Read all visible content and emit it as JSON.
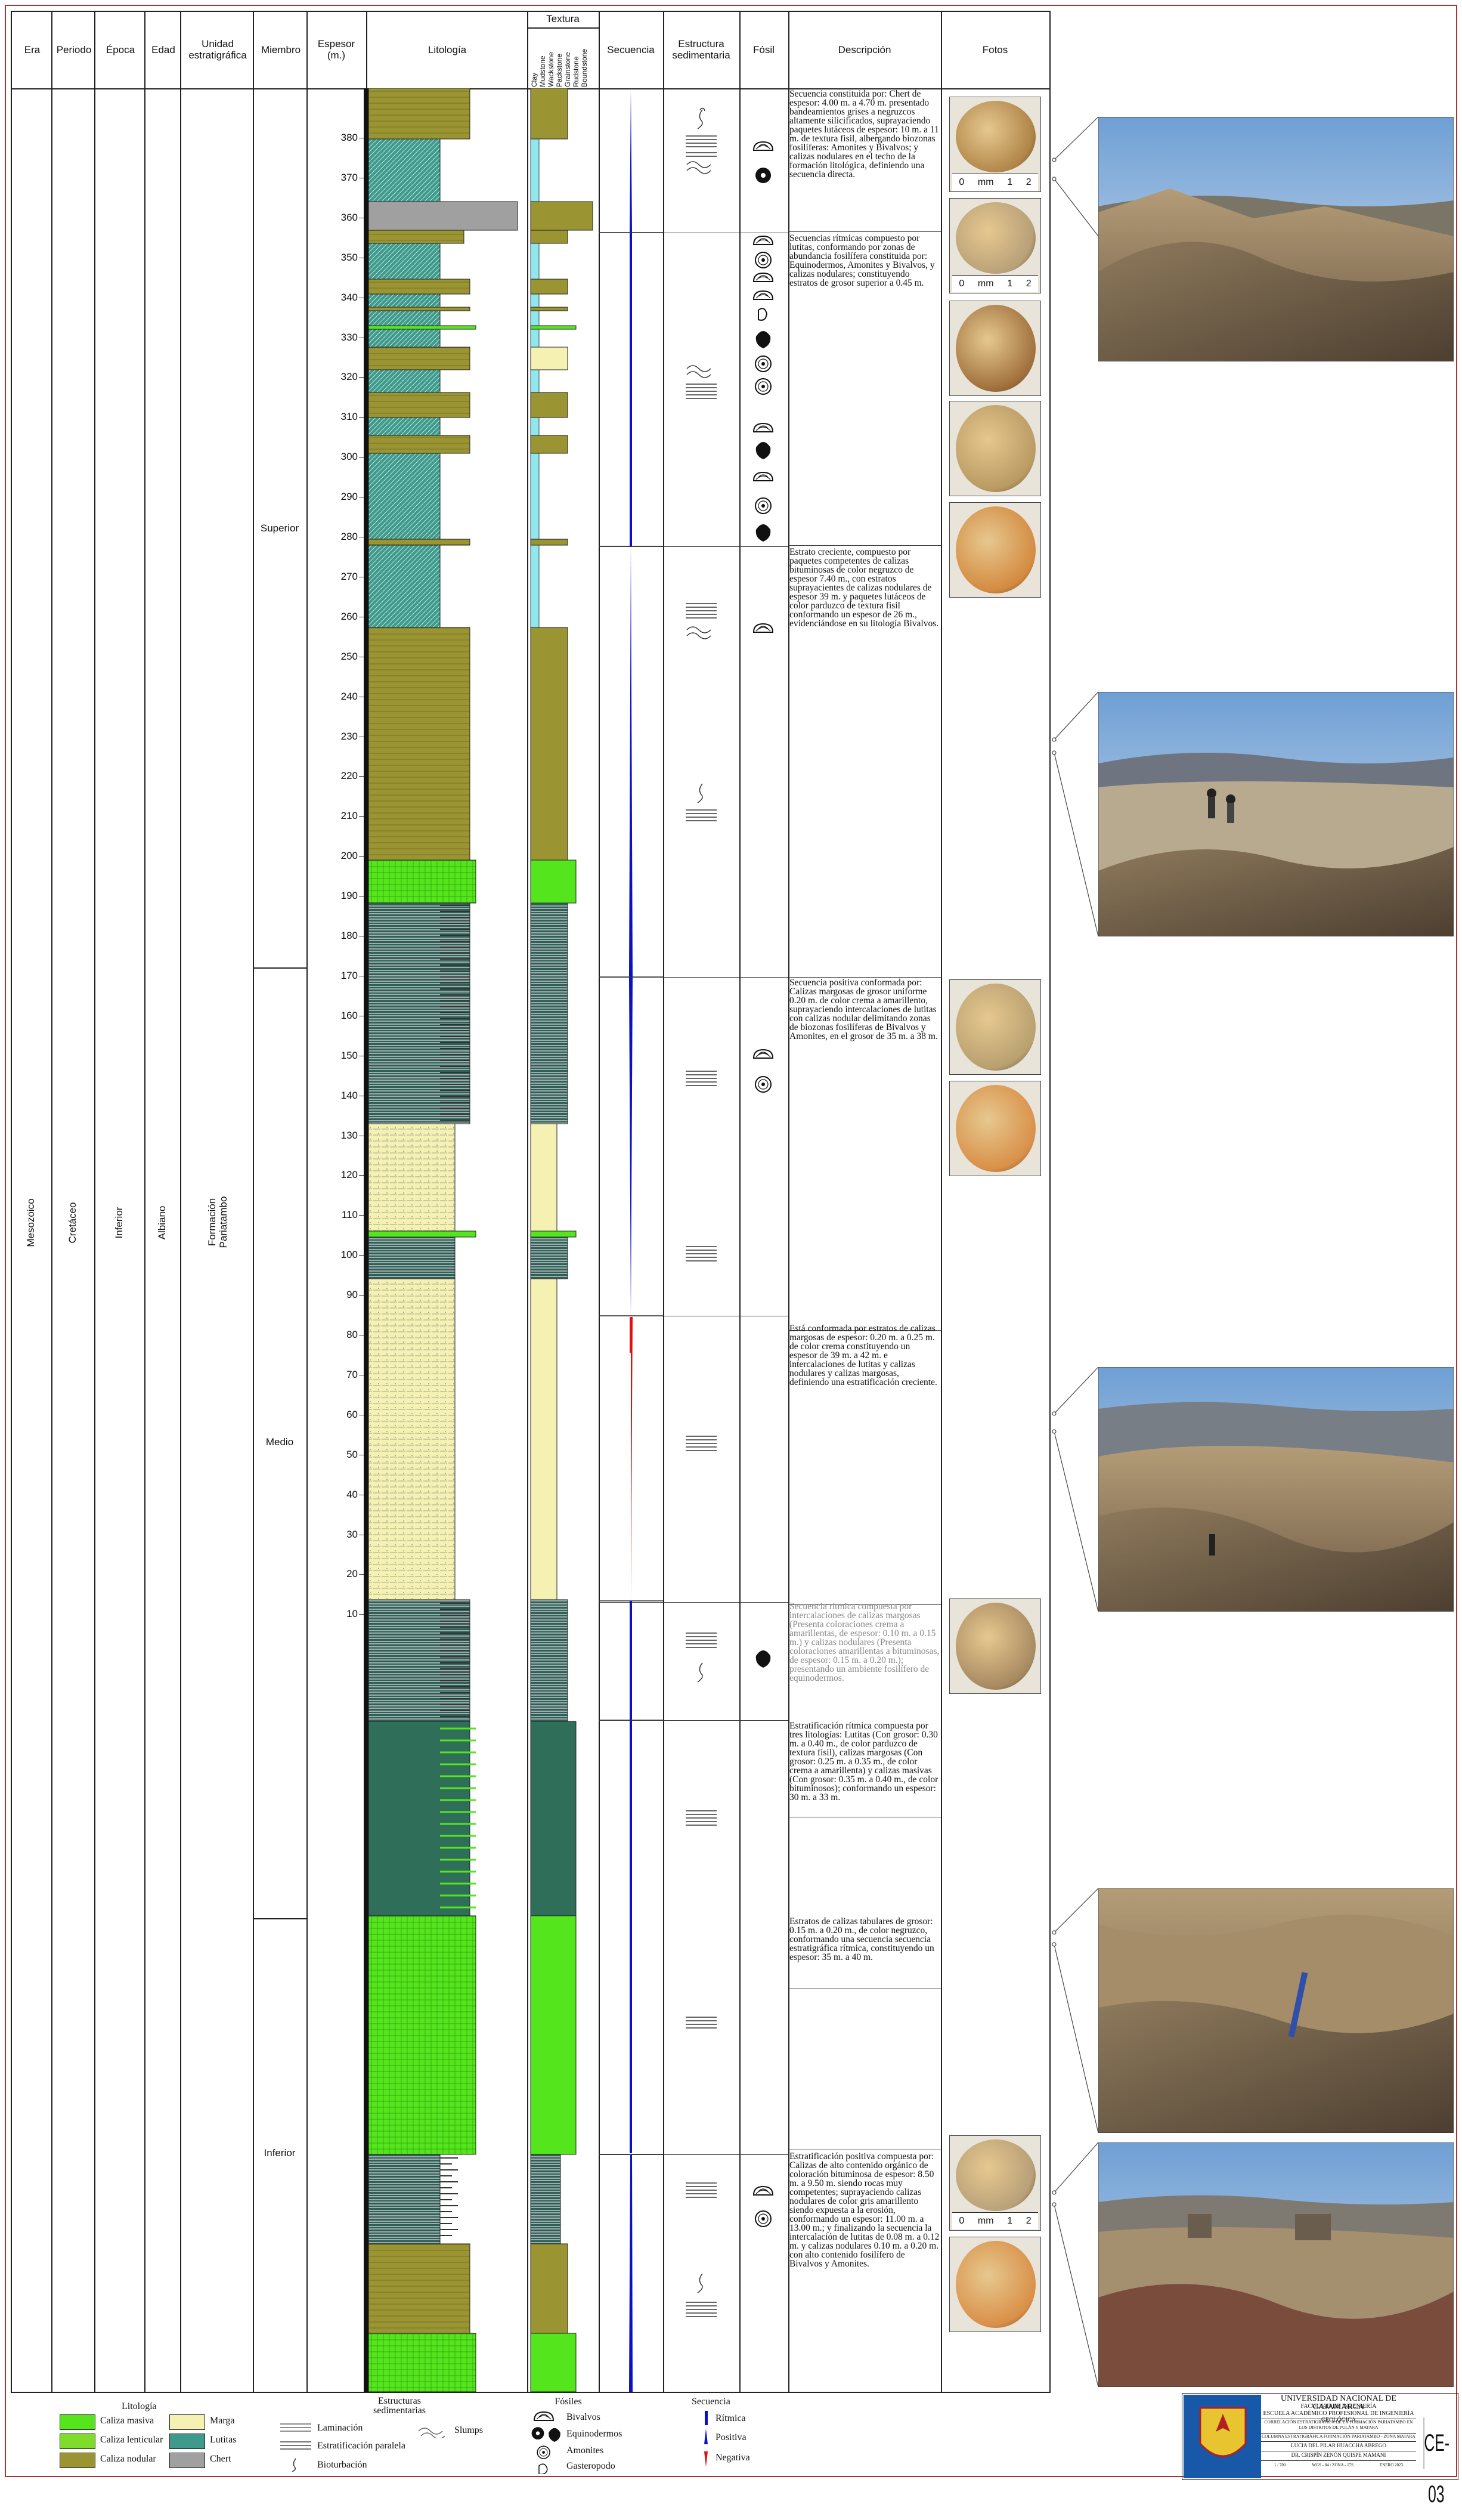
{
  "headers": {
    "era": "Era",
    "periodo": "Periodo",
    "epoca": "Época",
    "edad": "Edad",
    "unidad": "Unidad estratigráfica",
    "miembro": "Miembro",
    "espesor": "Espesor (m.)",
    "litologia": "Litología",
    "textura": "Textura",
    "secuencia": "Secuencia",
    "estructura": "Estructura sedimentaria",
    "fosil": "Fósil",
    "descripcion": "Descripción",
    "fotos": "Fotos"
  },
  "texture_types": [
    "Clay",
    "Mudstone",
    "Wackstone",
    "Packstone",
    "Grainstone",
    "Rudstone",
    "Boundstone"
  ],
  "era": "Mesozoico",
  "periodo": "Cretáceo",
  "epoca": "Inferior",
  "edad": "Albiano",
  "unidad": "Formación Pariatambo",
  "miembros": [
    "Superior",
    "Medio",
    "Inferior"
  ],
  "ticks": [
    "380",
    "370",
    "360",
    "350",
    "340",
    "330",
    "320",
    "310",
    "300",
    "290",
    "280",
    "270",
    "260",
    "250",
    "240",
    "230",
    "220",
    "210",
    "200",
    "190",
    "180",
    "170",
    "160",
    "150",
    "140",
    "130",
    "120",
    "110",
    "100",
    "90",
    "80",
    "70",
    "60",
    "50",
    "40",
    "30",
    "20",
    "10"
  ],
  "descriptions": [
    "Secuencia constituida por: Chert de espesor: 4.00 m. a 4.70 m. presentado bandeamientos grises a negruzcos altamente silicificados, suprayaciendo paquetes lutáceos de espesor: 10 m. a 11 m. de textura fisil, albergando biozonas fosilíferas: Amonites y Bivalvos; y calizas nodulares en el techo de la formación litológica, definiendo una secuencia directa.",
    "Secuencias rítmicas compuesto por lutitas, conformando por zonas de abundancia fosilífera constituida por: Equinodermos, Amonites y Bivalvos, y calizas nodulares; constituyendo estratos de grosor superior a 0.45 m.",
    "Estrato creciente, compuesto por paquetes competentes de calizas bituminosas de color negruzco de espesor 7.40 m., con estratos suprayacientes de calizas nodulares de espesor 39 m. y paquetes lutáceos de color parduzco de textura fisil conformando un espesor de 26 m., evidenciándose en su litología Bivalvos.",
    "Secuencia positiva conformada por: Calizas margosas de grosor uniforme 0.20 m. de color crema a amarillento, suprayaciendo intercalaciones de lutitas con calizas nodular delimitando zonas de biozonas fosilíferas de Bivalvos y Amonites, en el grosor de 35 m. a 38 m.",
    "Está conformada por estratos de calizas margosas de espesor: 0.20 m. a 0.25 m. de color crema constituyendo un espesor de 39 m. a 42 m. e intercalaciones de lutitas y calizas nodulares y calizas margosas, definiendo una estratificación creciente.",
    "Secuencia rítmica compuesta por intercalaciones de calizas margosas (Presenta coloraciones crema a amarillentas, de espesor: 0.10 m. a 0.15 m.) y calizas nodulares (Presenta coloraciones amarillentas a bituminosas, de espesor: 0.15 m. a 0.20 m.); presentando un ambiente fosilífero de equinodermos.",
    "Estratificación rítmica compuesta por tres litologías: Lutitas (Con grosor: 0.30 m. a 0.40 m., de color parduzco de textura fisil), calizas margosas (Con grosor: 0.25 m. a 0.35 m., de color crema a amarillenta) y calizas masivas (Con grosor: 0.35 m. a 0.40 m., de color bituminosos); conformando un espesor: 30 m. a 33 m.",
    "Estratos de calizas tabulares de grosor: 0.15 m. a 0.20 m., de color negruzco, conformando una secuencia secuencia estratigráfica rítmica, constituyendo un espesor: 35 m. a 40 m.",
    "Estratificación positiva compuesta por: Calizas de alto contenido orgánico de coloración bituminosa de espesor: 8.50 m. a 9.50 m. siendo rocas muy competentes; suprayaciendo calizas nodulares de color gris amarillento siendo expuesta a la erosión, conformando un espesor: 11.00 m. a 13.00 m.; y finalizando la secuencia la intercalación de lutitas de 0.08 m. a 0.12 m. y calizas nodulares 0.10 m. a 0.20 m. con alto contenido fosilífero de Bivalvos y Amonites."
  ],
  "scale_labels": [
    "0",
    "mm",
    "1",
    "2"
  ],
  "legend": {
    "litologia_title": "Litología",
    "litologia": [
      "Caliza masiva",
      "Caliza lenticular",
      "Caliza nodular",
      "Marga",
      "Lutitas",
      "Chert"
    ],
    "estructuras_title": "Estructuras sedimentarias",
    "estructuras": [
      "Laminación",
      "Estratificación paralela",
      "Bioturbación",
      "Slumps"
    ],
    "fosiles_title": "Fósiles",
    "fosiles": [
      "Bivalvos",
      "Equinodermos",
      "Amonites",
      "Gasteropodo"
    ],
    "secuencia_title": "Secuencia",
    "secuencia": [
      "Rítmica",
      "Positiva",
      "Negativa"
    ]
  },
  "title_block": {
    "university": "UNIVERSIDAD NACIONAL DE CAJAMARCA",
    "faculty": "FACULTAD DE INGENIERÍA",
    "school": "ESCUELA ACADÉMICO PROFESIONAL DE INGENIERÍA GEOLÓGICA",
    "project": "CORRELACIÓN ESTRATIGRÁFICA DE LA FORMACIÓN PARIATAMBO EN LOS DISTRITOS DE PULÁN Y MATARA",
    "plan": "COLUMNA ESTRATIGRÁFICA FORMACIÓN PARIATAMBO - ZONA MATARA",
    "author": "LUCIA DEL PILAR HUACCHA ABREGO",
    "advisor": "DR. CRISPÍN ZENÓN QUISPE MAMANI",
    "scale": "1 / 700",
    "datum": "WGS - 84 / ZONA - 17S",
    "date": "ENERO 2023",
    "code": "CE-03"
  },
  "colors": {
    "caliza_nodular": "#9a9433",
    "caliza_masiva": "#55e51d",
    "lutitas": "#3f9a8c",
    "marga": "#f4f1b3",
    "chert": "#a0a0a0",
    "ritmica": "#0a10c8",
    "negativa": "#e01010",
    "frame": "#a33333"
  }
}
